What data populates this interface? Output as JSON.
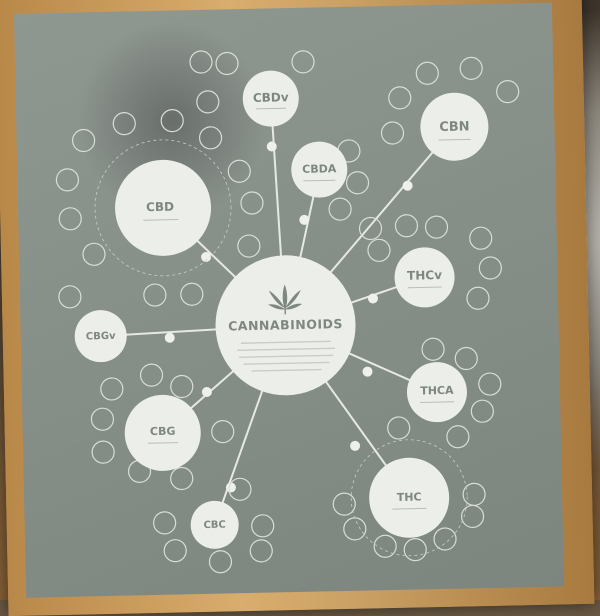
{
  "poster": {
    "main_title": "CANNABINOIDS",
    "nodes": {
      "cbdv": {
        "label": "CBDv"
      },
      "cbn": {
        "label": "CBN"
      },
      "cbd": {
        "label": "CBD"
      },
      "cbda": {
        "label": "CBDA"
      },
      "thcv": {
        "label": "THCv"
      },
      "cbgv": {
        "label": "CBGv"
      },
      "thca": {
        "label": "THCA"
      },
      "cbg": {
        "label": "CBG"
      },
      "thc": {
        "label": "THC"
      },
      "cbc": {
        "label": "CBC"
      }
    },
    "colors": {
      "poster_bg": "#868e88",
      "circle_fill": "#eceeea",
      "line": "#e6e8e4",
      "frame_wood": "#d4a665"
    }
  }
}
